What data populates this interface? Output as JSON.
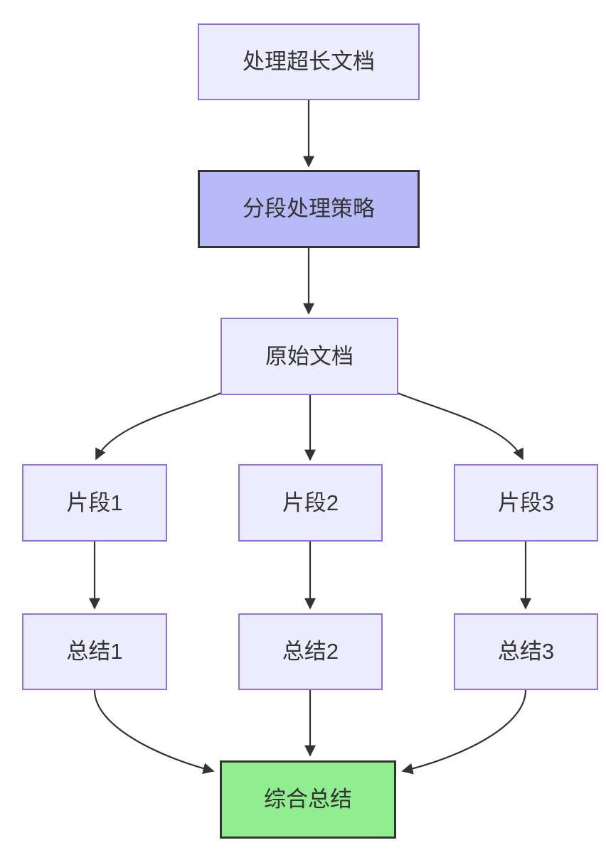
{
  "diagram": {
    "type": "flowchart",
    "direction": "top-down",
    "nodes": [
      {
        "id": "A",
        "label": "处理超长文档",
        "kind": "default"
      },
      {
        "id": "B",
        "label": "分段处理策略",
        "kind": "emphasis"
      },
      {
        "id": "C",
        "label": "原始文档",
        "kind": "default"
      },
      {
        "id": "D1",
        "label": "片段1",
        "kind": "default"
      },
      {
        "id": "D2",
        "label": "片段2",
        "kind": "default"
      },
      {
        "id": "D3",
        "label": "片段3",
        "kind": "default"
      },
      {
        "id": "E1",
        "label": "总结1",
        "kind": "default"
      },
      {
        "id": "E2",
        "label": "总结2",
        "kind": "default"
      },
      {
        "id": "E3",
        "label": "总结3",
        "kind": "default"
      },
      {
        "id": "F",
        "label": "综合总结",
        "kind": "success"
      }
    ],
    "edges": [
      {
        "from": "A",
        "to": "B"
      },
      {
        "from": "B",
        "to": "C"
      },
      {
        "from": "C",
        "to": "D1"
      },
      {
        "from": "C",
        "to": "D2"
      },
      {
        "from": "C",
        "to": "D3"
      },
      {
        "from": "D1",
        "to": "E1"
      },
      {
        "from": "D2",
        "to": "E2"
      },
      {
        "from": "D3",
        "to": "E3"
      },
      {
        "from": "E1",
        "to": "F"
      },
      {
        "from": "E2",
        "to": "F"
      },
      {
        "from": "E3",
        "to": "F"
      }
    ],
    "colors": {
      "background": "#FFFFFF",
      "node_fill": "#ECECFF",
      "node_border": "#9370DB",
      "emphasis_fill": "#B8BAF8",
      "emphasis_border": "#333333",
      "success_fill": "#90EE90",
      "success_border": "#333333",
      "edge": "#333333",
      "text": "#333333"
    }
  }
}
